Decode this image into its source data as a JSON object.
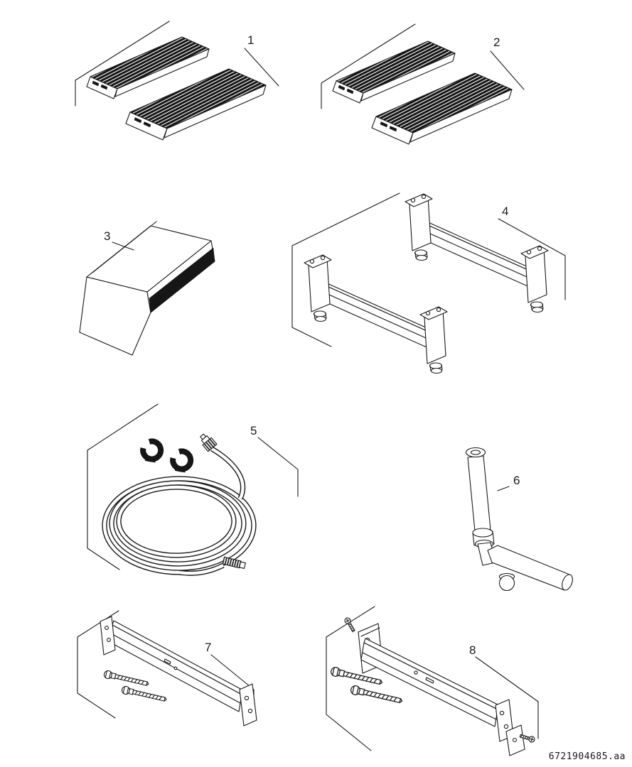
{
  "diagram": {
    "parts": [
      {
        "label": "1"
      },
      {
        "label": "2"
      },
      {
        "label": "3"
      },
      {
        "label": "4"
      },
      {
        "label": "5"
      },
      {
        "label": "6"
      },
      {
        "label": "7"
      },
      {
        "label": "8"
      }
    ],
    "document_code": "6721904685.aa"
  },
  "colors": {
    "line": "#1a1a1a",
    "dark_fill": "#161616",
    "background": "#ffffff"
  }
}
